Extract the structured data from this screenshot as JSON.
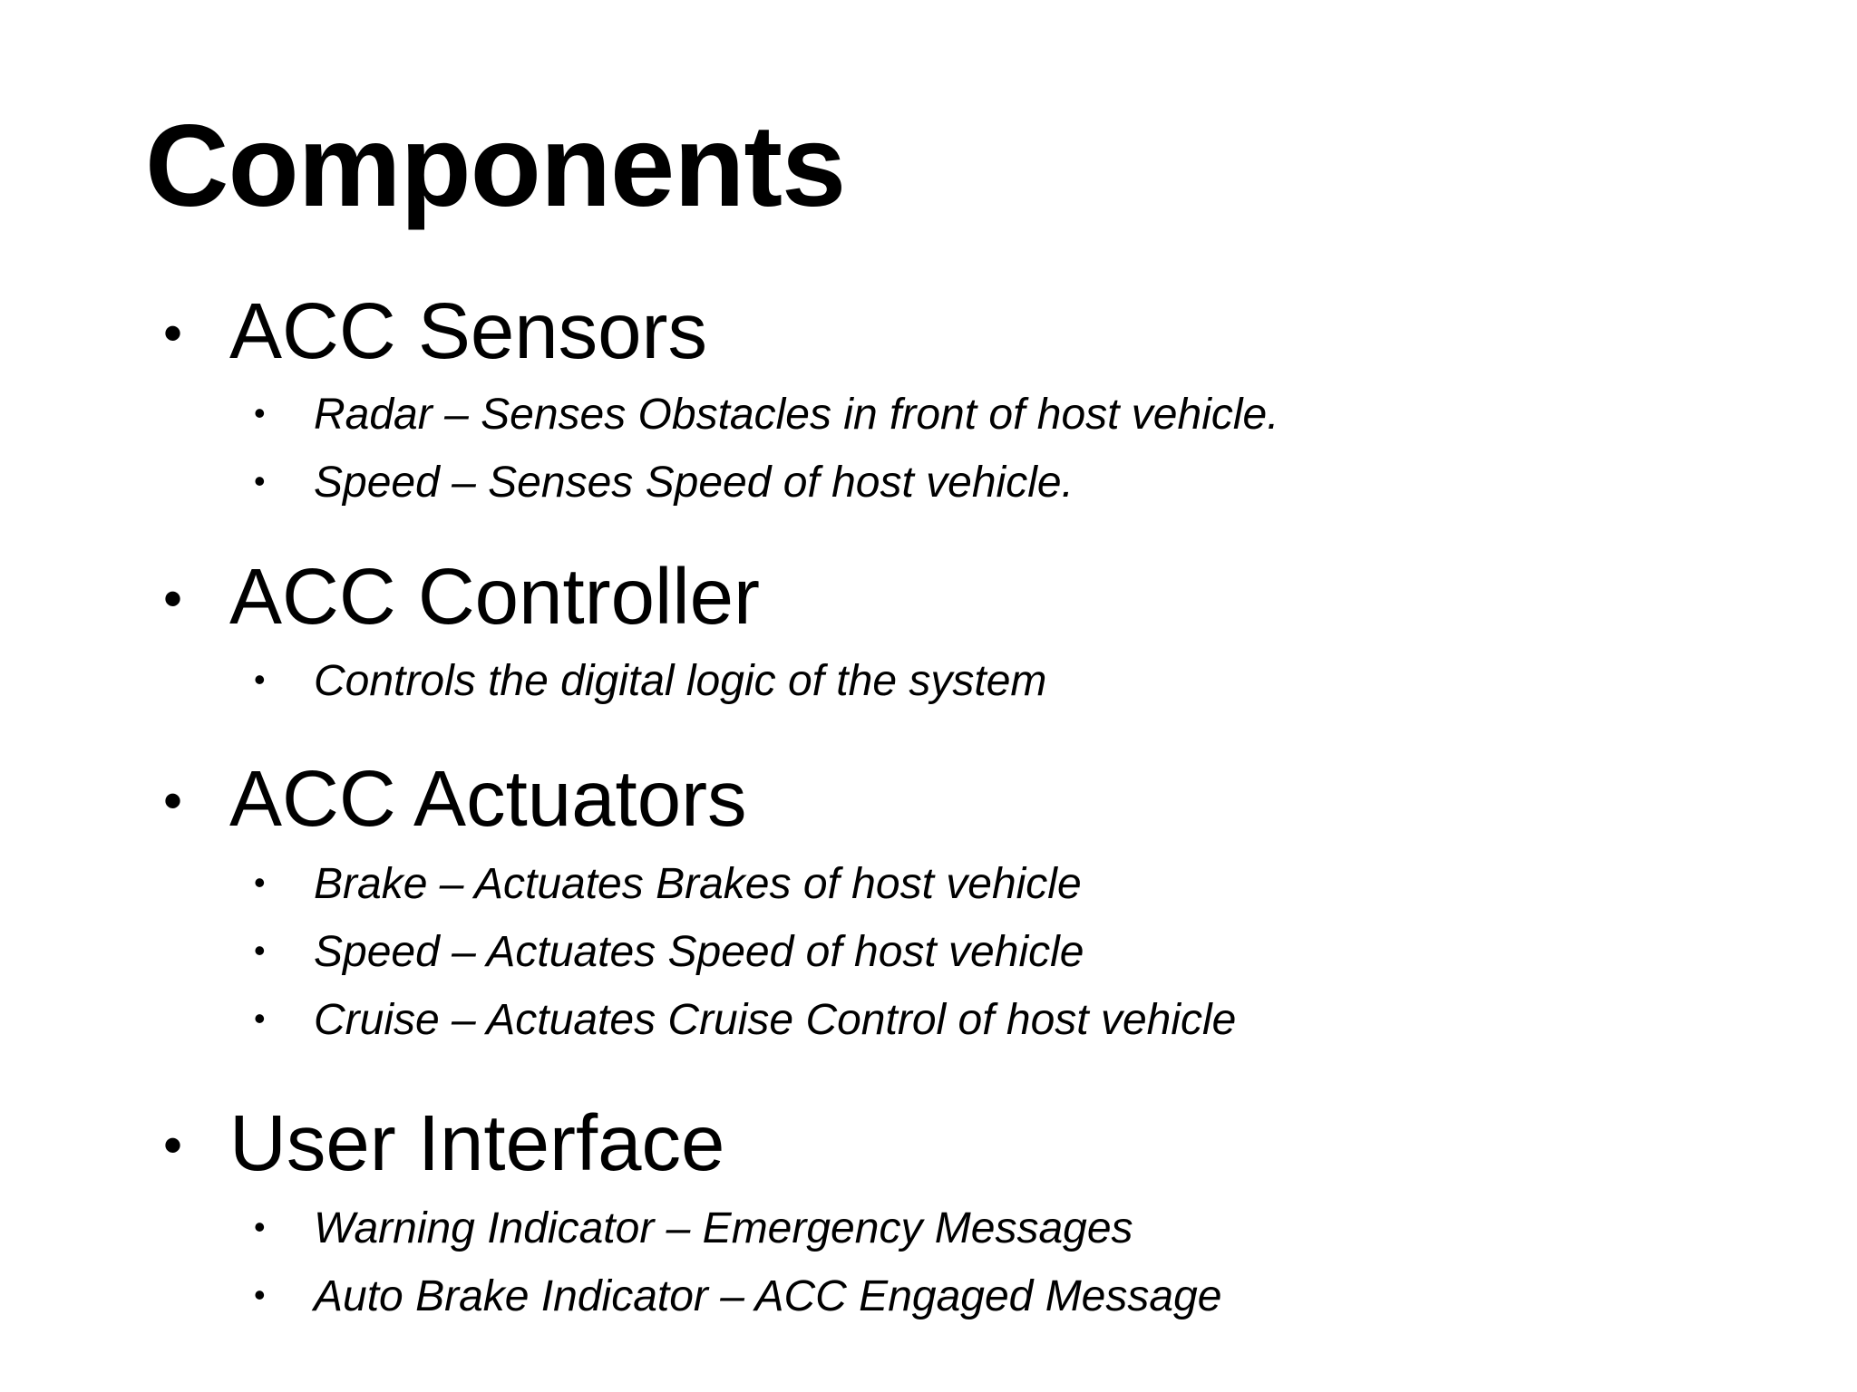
{
  "title": "Components",
  "bullet_glyph": "•",
  "sections": [
    {
      "heading": "ACC Sensors",
      "items": [
        "Radar – Senses Obstacles in front of host vehicle.",
        "Speed – Senses Speed of host vehicle."
      ]
    },
    {
      "heading": "ACC Controller",
      "items": [
        "Controls the digital logic of the system"
      ]
    },
    {
      "heading": "ACC Actuators",
      "items": [
        "Brake – Actuates Brakes of host vehicle",
        "Speed – Actuates Speed of host vehicle",
        "Cruise – Actuates Cruise Control of host vehicle"
      ]
    },
    {
      "heading": "User Interface",
      "items": [
        "Warning Indicator – Emergency Messages",
        "Auto Brake Indicator – ACC Engaged Message"
      ]
    }
  ]
}
